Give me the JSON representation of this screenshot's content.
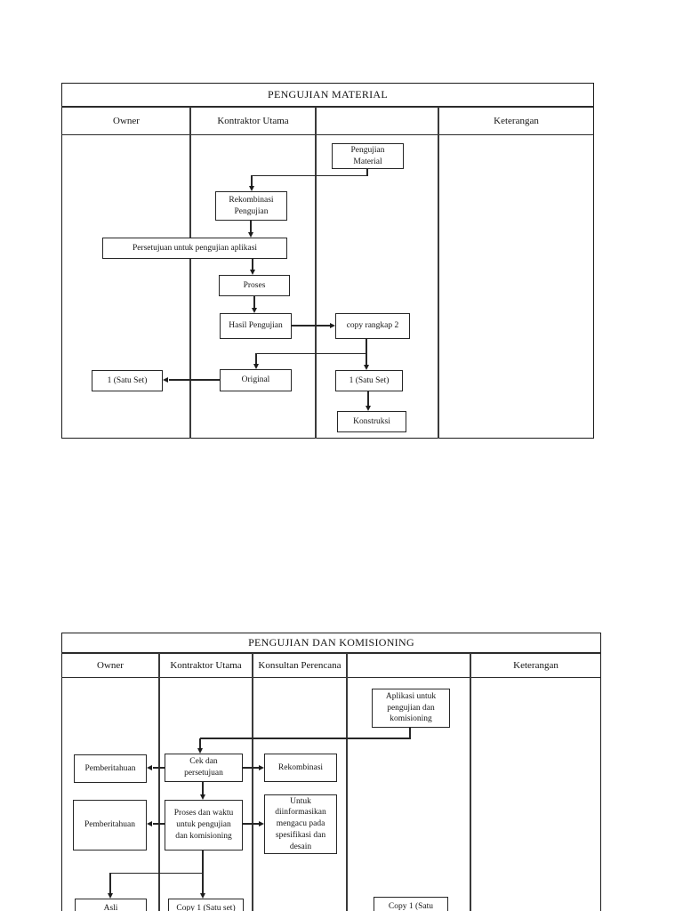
{
  "colors": {
    "background": "#ffffff",
    "line": "#262626",
    "border": "#1b1b1b"
  },
  "document": {
    "flowchart1": {
      "title": "PENGUJIAN MATERIAL",
      "columns": [
        "Owner",
        "Kontraktor Utama",
        "",
        "Keterangan"
      ],
      "boxes": {
        "pengujian_material": "Pengujian\nMaterial",
        "rekombinasi_pengujian": "Rekombinasi\nPengujian",
        "persetujuan": "Persetujuan untuk pengujian aplikasi",
        "proses": "Proses",
        "hasil_pengujian": "Hasil Pengujian",
        "copy_rangkap_2": "copy rangkap 2",
        "original": "Original",
        "satu_set_owner": "1 (Satu Set)",
        "satu_set_pelaksana": "1 (Satu Set)",
        "konstruksi": "Konstruksi"
      }
    },
    "flowchart2": {
      "title": "PENGUJIAN DAN KOMISIONING",
      "columns": [
        "Owner",
        "Kontraktor Utama",
        "Konsultan Perencana",
        "",
        "Keterangan"
      ],
      "boxes": {
        "aplikasi": "Aplikasi untuk\npengujian dan\nkomisioning",
        "pemberitahuan_1": "Pemberitahuan",
        "cek_dan_persetujuan": "Cek dan\npersetujuan",
        "rekombinasi": "Rekombinasi",
        "pemberitahuan_2": "Pemberitahuan",
        "proses_dan_waktu": "Proses dan waktu\nuntuk pengujian\ndan komisioning",
        "untuk_diinformasikan": "Untuk\ndiinformasikan\nmengacu pada\nspesifikasi dan\ndesain",
        "asli": "Asli",
        "copy_1_satu_set": "Copy 1 (Satu set)",
        "copy_1_satu": "Copy 1 (Satu"
      }
    }
  }
}
